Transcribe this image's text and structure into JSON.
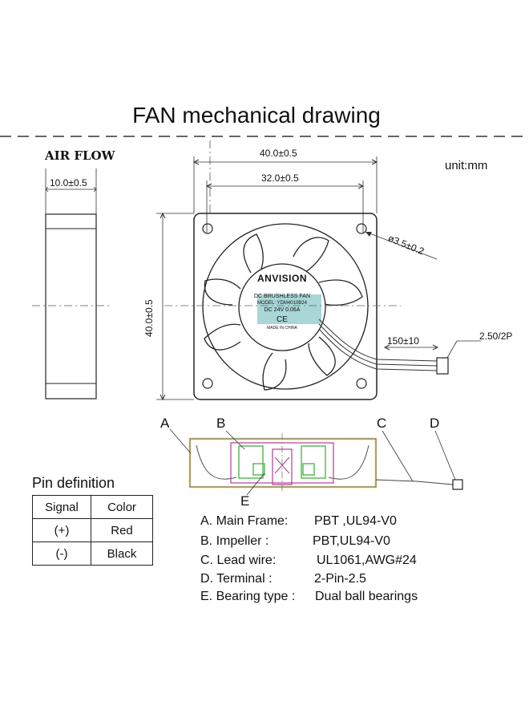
{
  "title": "FAN mechanical drawing",
  "unit_label": "unit:mm",
  "side_view": {
    "air_flow": "AIR FLOW",
    "thickness": "10.0±0.5"
  },
  "front_view": {
    "width": "40.0±0.5",
    "hole_spacing": "32.0±0.5",
    "height": "40.0±0.5",
    "hole_diameter": "ø3.5±0.2",
    "lead_length": "150±10",
    "connector": "2.50/2P"
  },
  "fan_label": {
    "brand": "ANVISION",
    "type": "DC BRUSHLESS FAN",
    "model": "MODEL: YDM4010B24",
    "rating": "DC 24V  0.06A",
    "cert": "CE",
    "origin": "MADE IN CHINA"
  },
  "section_letters": [
    "A",
    "B",
    "C",
    "D",
    "E"
  ],
  "pin_definition": {
    "title": "Pin definition",
    "headers": [
      "Signal",
      "Color"
    ],
    "rows": [
      [
        "(+)",
        "Red"
      ],
      [
        "(-)",
        "Black"
      ]
    ]
  },
  "specs": [
    {
      "key": "A.  Main Frame:",
      "value": "PBT ,UL94-V0"
    },
    {
      "key": "B.  Impeller :",
      "value": "PBT,UL94-V0"
    },
    {
      "key": "C.  Lead wire:",
      "value": "UL1061,AWG#24"
    },
    {
      "key": "D. Terminal :",
      "value": "2-Pin-2.5"
    },
    {
      "key": "E.  Bearing type :",
      "value": "Dual ball bearings"
    }
  ],
  "colors": {
    "label_bg": "#a9d6d6",
    "bearing_green": "#5cb85c",
    "magenta": "#b0408f",
    "frame_yellow": "#e8e0a0"
  }
}
